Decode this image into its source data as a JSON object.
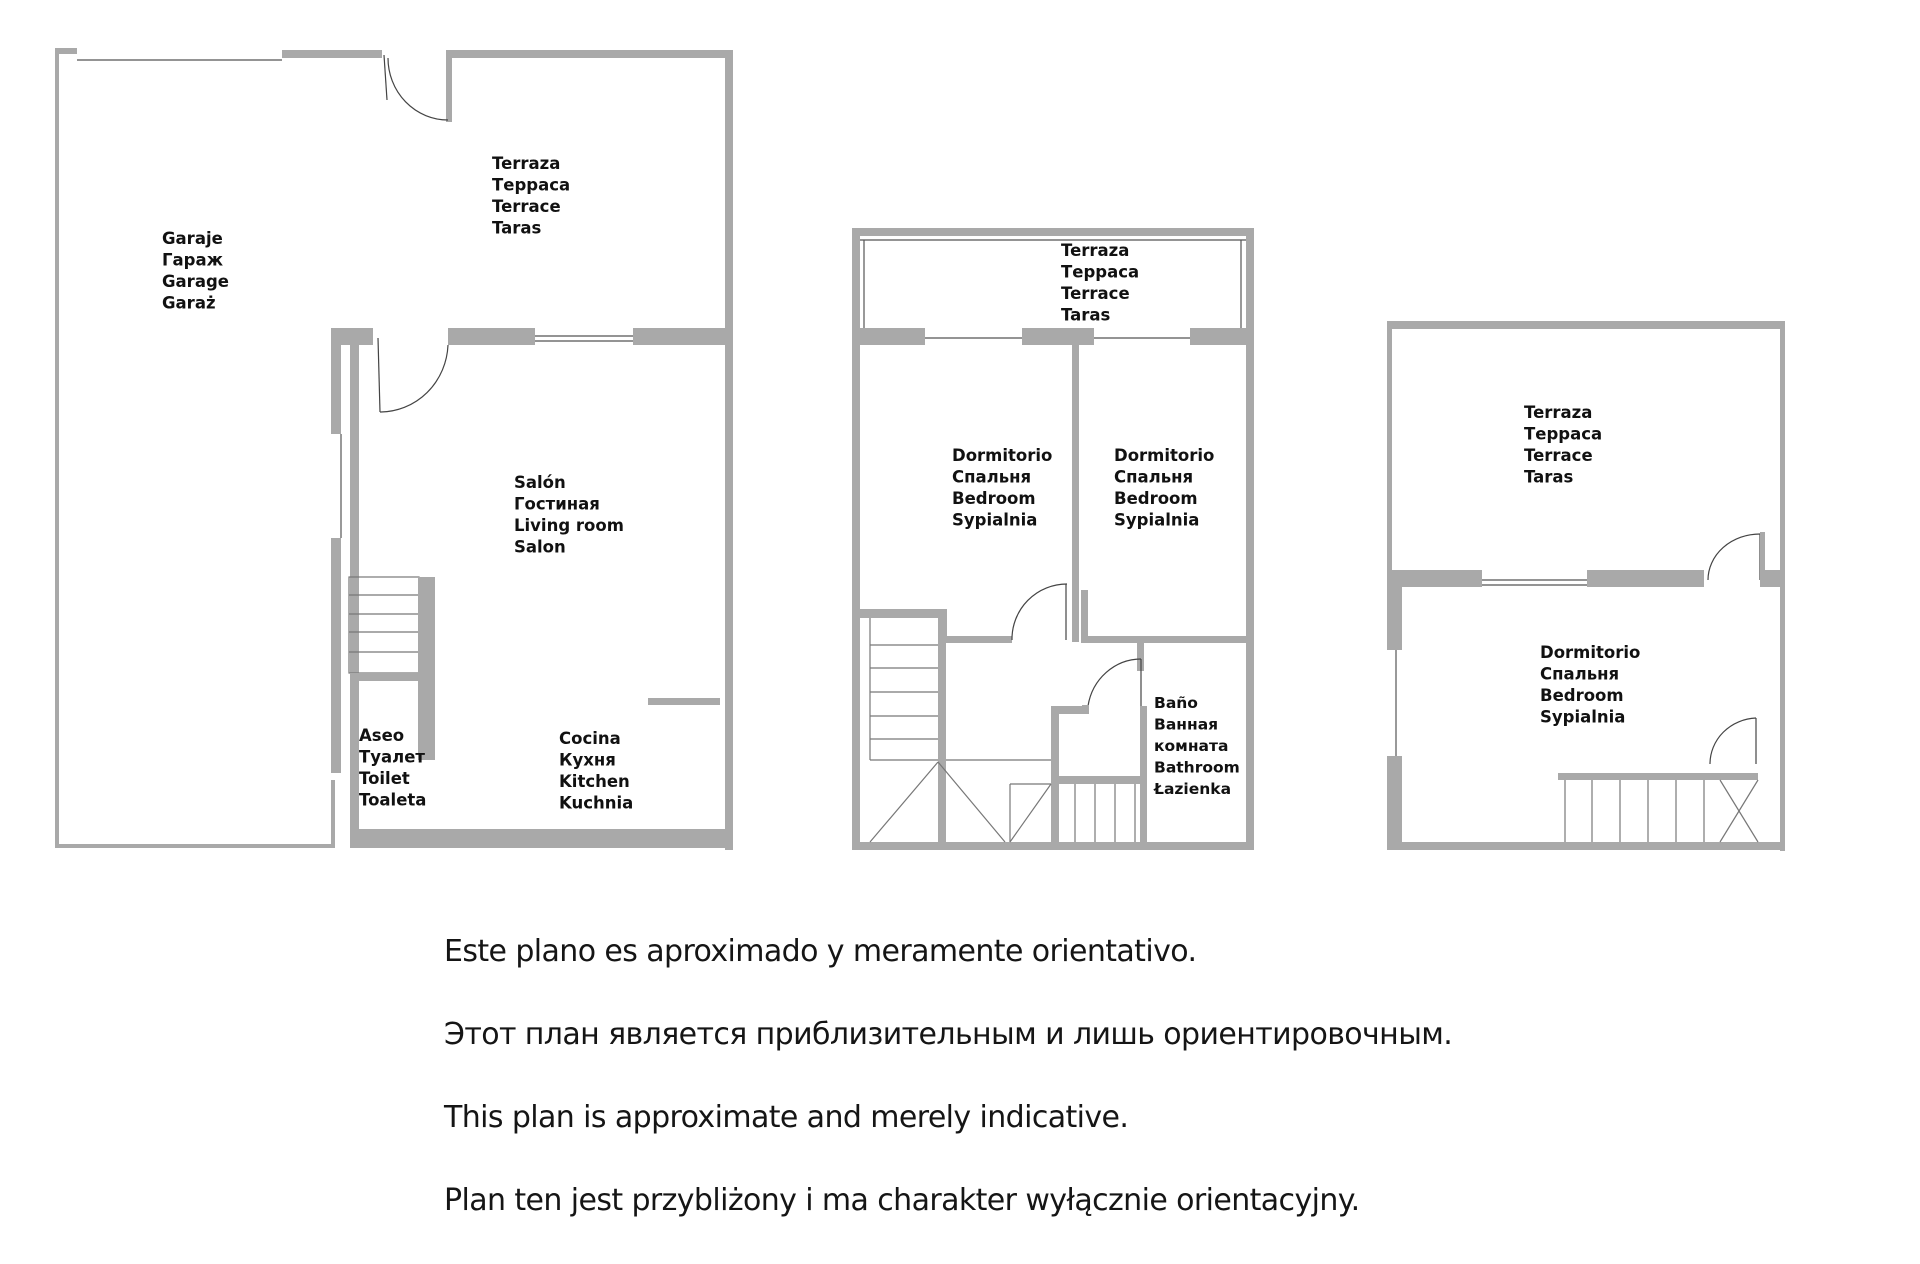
{
  "plans": [
    {
      "rooms": [
        {
          "id": "garage",
          "lines": [
            "Garaje",
            "Гараж",
            "Garage",
            "Garaż"
          ]
        },
        {
          "id": "terrace",
          "lines": [
            "Terraza",
            "Терраса",
            "Terrace",
            "Taras"
          ]
        },
        {
          "id": "living",
          "lines": [
            "Salón",
            "Гостиная",
            "Living room",
            "Salon"
          ]
        },
        {
          "id": "toilet",
          "lines": [
            "Aseo",
            "Туалет",
            "Toilet",
            "Toaleta"
          ]
        },
        {
          "id": "kitchen",
          "lines": [
            "Cocina",
            "Кухня",
            "Kitchen",
            "Kuchnia"
          ]
        }
      ]
    },
    {
      "rooms": [
        {
          "id": "terrace",
          "lines": [
            "Terraza",
            "Терраса",
            "Terrace",
            "Taras"
          ]
        },
        {
          "id": "bedroom-1",
          "lines": [
            "Dormitorio",
            "Спальня",
            "Bedroom",
            "Sypialnia"
          ]
        },
        {
          "id": "bedroom-2",
          "lines": [
            "Dormitorio",
            "Спальня",
            "Bedroom",
            "Sypialnia"
          ]
        },
        {
          "id": "bathroom",
          "lines": [
            "Baño",
            "Ванная",
            "комната",
            "Bathroom",
            "Łazienka"
          ]
        }
      ]
    },
    {
      "rooms": [
        {
          "id": "terrace",
          "lines": [
            "Terraza",
            "Терраса",
            "Terrace",
            "Taras"
          ]
        },
        {
          "id": "bedroom",
          "lines": [
            "Dormitorio",
            "Спальня",
            "Bedroom",
            "Sypialnia"
          ]
        }
      ]
    }
  ],
  "disclaimer": [
    "Este plano es aproximado y meramente orientativo.",
    "Этот план является приблизительным и лишь ориентировочным.",
    "This plan is approximate and merely indicative.",
    "Plan ten jest przybliżony i ma charakter wyłącznie orientacyjny."
  ]
}
